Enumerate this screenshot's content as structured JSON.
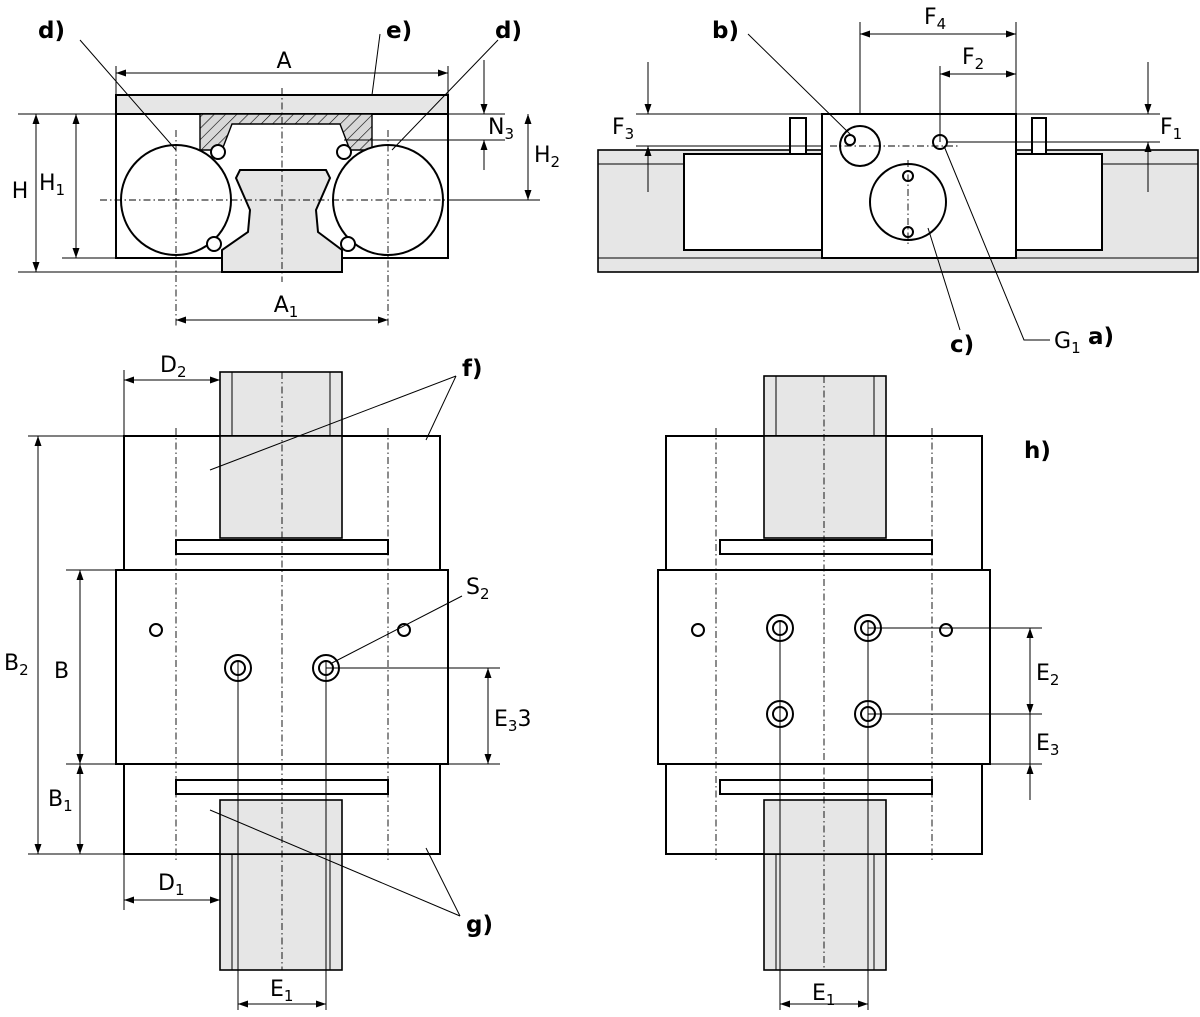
{
  "colors": {
    "line": "#000000",
    "fill_light": "#e6e6e6",
    "background": "#ffffff"
  },
  "callouts": {
    "a": "a)",
    "b": "b)",
    "c": "c)",
    "d": "d)",
    "e": "e)",
    "f": "f)",
    "g": "g)",
    "h": "h)"
  },
  "dims": {
    "A": "A",
    "A1": {
      "main": "A",
      "sub": "1"
    },
    "H": "H",
    "H1": {
      "main": "H",
      "sub": "1"
    },
    "H2": {
      "main": "H",
      "sub": "2"
    },
    "N3": {
      "main": "N",
      "sub": "3"
    },
    "F1": {
      "main": "F",
      "sub": "1"
    },
    "F2": {
      "main": "F",
      "sub": "2"
    },
    "F3": {
      "main": "F",
      "sub": "3"
    },
    "F4": {
      "main": "F",
      "sub": "4"
    },
    "G1": {
      "main": "G",
      "sub": "1"
    },
    "D1": {
      "main": "D",
      "sub": "1"
    },
    "D2": {
      "main": "D",
      "sub": "2"
    },
    "B": "B",
    "B1": {
      "main": "B",
      "sub": "1"
    },
    "B2": {
      "main": "B",
      "sub": "2"
    },
    "S2": {
      "main": "S",
      "sub": "2"
    },
    "E1_left": {
      "main": "E",
      "sub": "1"
    },
    "E1_right": {
      "main": "E",
      "sub": "1"
    },
    "E2": {
      "main": "E",
      "sub": "2"
    },
    "E3_left": {
      "main": "E",
      "sub": "3",
      "suffix": "3"
    },
    "E3_right": {
      "main": "E",
      "sub": "3"
    }
  }
}
